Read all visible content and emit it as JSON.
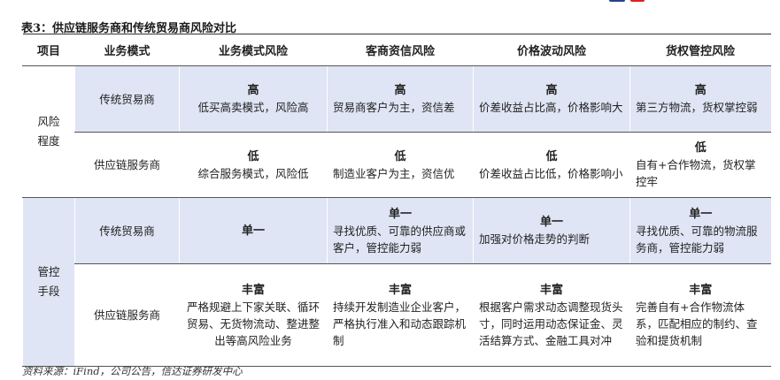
{
  "title": "表3：供应链服务商和传统贸易商风险对比",
  "headers": [
    "项目",
    "业务模式",
    "业务模式风险",
    "客商资信风险",
    "价格波动风险",
    "货权管控风险"
  ],
  "sections": [
    {
      "label": "风险程度",
      "rows": [
        {
          "mode": "传统贸易商",
          "cells": [
            {
              "level": "高",
              "text": "低买高卖模式，风险高"
            },
            {
              "level": "高",
              "text": "贸易商客户为主，资信差"
            },
            {
              "level": "高",
              "text": "价差收益占比高，价格影响大"
            },
            {
              "level": "高",
              "text": "第三方物流，货权掌控弱"
            }
          ]
        },
        {
          "mode": "供应链服务商",
          "cells": [
            {
              "level": "低",
              "text": "综合服务模式，风险低"
            },
            {
              "level": "低",
              "text": "制造业客户为主，资信优"
            },
            {
              "level": "低",
              "text": "价差收益占比低，价格影响小"
            },
            {
              "level": "低",
              "text": "自有+合作物流，货权掌控牢"
            }
          ]
        }
      ]
    },
    {
      "label": "管控手段",
      "rows": [
        {
          "mode": "传统贸易商",
          "cells": [
            {
              "level": "单一",
              "text": ""
            },
            {
              "level": "单一",
              "text": "寻找优质、可靠的供应商或客户，管控能力弱"
            },
            {
              "level": "单一",
              "text": "加强对价格走势的判断"
            },
            {
              "level": "单一",
              "text": "寻找优质、可靠的物流服务商，管控能力弱"
            }
          ]
        },
        {
          "mode": "供应链服务商",
          "cells": [
            {
              "level": "丰富",
              "text": "严格规避上下家关联、循环贸易、无货物流动、整进整出等高风险业务"
            },
            {
              "level": "丰富",
              "text": "持续开发制造业企业客户，严格执行准入和动态跟踪机制"
            },
            {
              "level": "丰富",
              "text": "根据客户需求动态调整现货头寸，同时运用动态保证金、灵活结算方式、金融工具对冲"
            },
            {
              "level": "丰富",
              "text": "完善自有+合作物流体系，匹配相应的制约、查验和提货机制"
            }
          ]
        }
      ]
    }
  ],
  "source": "资料来源：iFind，公司公告，信达证券研发中心"
}
